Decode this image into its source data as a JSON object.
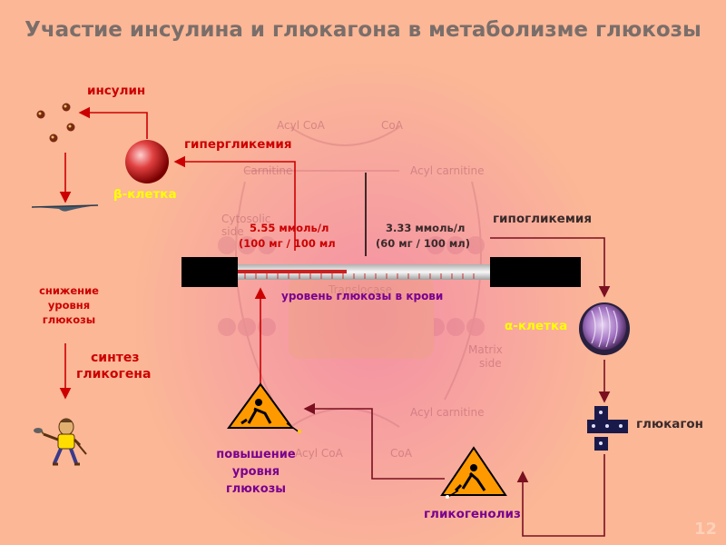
{
  "title": "Участие инсулина и глюкагона в метаболизме глюкозы",
  "labels": {
    "insulin": "инсулин",
    "hyperglycemia": "гипергликемия",
    "beta_cell": "β-клетка",
    "hypoglycemia": "гипогликемия",
    "alpha_cell": "α-клетка",
    "glucagon": "глюкагон",
    "glucose_decrease": [
      "снижение",
      "уровня",
      "глюкозы"
    ],
    "glycogen_synthesis": [
      "синтез",
      "гликогена"
    ],
    "glucose_increase": [
      "повышение",
      "уровня",
      "глюкозы"
    ],
    "glycogenolysis": "гликогенолиз"
  },
  "gauge": {
    "high_value": "5.55 ммоль/л",
    "high_mg": "(100 мг / 100 мл",
    "low_value": "3.33 ммоль/л",
    "low_mg": "(60 мг / 100 мл)",
    "caption": "уровень глюкозы в крови"
  },
  "background_text": {
    "acyl_coa_top": "Acyl CoA",
    "coa_top": "CoA",
    "carnitine": "Carnitine",
    "acyl_carnitine_top": "Acyl carnitine",
    "cytosolic_side": [
      "Cytosolic",
      "side"
    ],
    "translocase": "Translocase",
    "matrix_side": [
      "Matrix",
      "side"
    ],
    "acyl_carnitine_bottom": "Acyl carnitine",
    "acyl_coa_bottom": "Acyl CoA",
    "coa_bottom": "CoA"
  },
  "slide_number": "12",
  "colors": {
    "background": "#fbb796",
    "title": "#7a6e6a",
    "label_red": "#cc0000",
    "label_yellow": "#ffff00",
    "label_purple": "#7a0090",
    "arrow_red": "#cc0000",
    "arrow_dark": "#7a1020"
  },
  "icons": [
    "insulin-molecules-icon",
    "beta-cell-icon",
    "alpha-cell-icon",
    "glucagon-molecule-icon",
    "liver-icon",
    "digging-man-icon",
    "warning-worker-icon",
    "thermometer-gauge-icon"
  ]
}
